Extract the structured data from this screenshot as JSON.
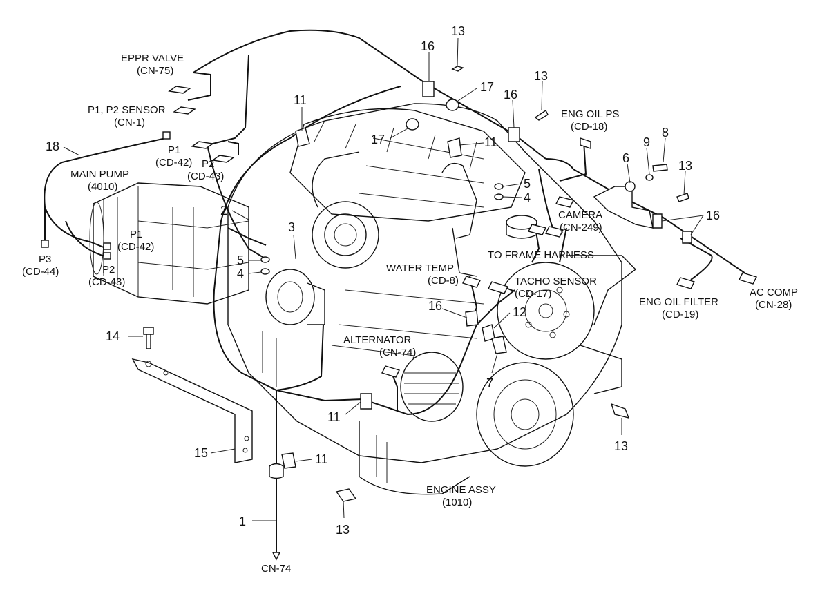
{
  "connectors": {
    "eppr_valve": "EPPR VALVE",
    "eppr_valve_code": "(CN-75)",
    "p1p2_sensor": "P1, P2 SENSOR",
    "p1p2_sensor_code": "(CN-1)",
    "p1_top": "P1",
    "p1_top_code": "(CD-42)",
    "p2_top": "P2",
    "p2_top_code": "(CD-43)",
    "main_pump": "MAIN PUMP",
    "main_pump_code": "(4010)",
    "p1_mid": "P1",
    "p1_mid_code": "(CD-42)",
    "p3": "P3",
    "p3_code": "(CD-44)",
    "p2_mid": "P2",
    "p2_mid_code": "(CD-43)",
    "eng_oil_ps": "ENG OIL PS",
    "eng_oil_ps_code": "(CD-18)",
    "camera": "CAMERA",
    "camera_code": "(CN-249)",
    "to_frame_harness": "TO FRAME HARNESS",
    "water_temp": "WATER TEMP",
    "water_temp_code": "(CD-8)",
    "tacho_sensor": "TACHO SENSOR",
    "tacho_sensor_code": "(CD-17)",
    "eng_oil_filter": "ENG OIL FILTER",
    "eng_oil_filter_code": "(CD-19)",
    "ac_comp": "AC COMP",
    "ac_comp_code": "(CN-28)",
    "alternator": "ALTERNATOR",
    "alternator_code": "(CN-74)",
    "engine_assy": "ENGINE ASSY",
    "engine_assy_code": "(1010)",
    "cn74_bottom": "CN-74"
  },
  "callouts": {
    "c13a": "13",
    "c16a": "16",
    "c17a": "17",
    "c13b": "13",
    "c16b": "16",
    "c11a": "11",
    "c17b": "17",
    "c11b": "11",
    "c18": "18",
    "c6": "6",
    "c9": "9",
    "c8": "8",
    "c13c": "13",
    "c5a": "5",
    "c4a": "4",
    "c16c": "16",
    "c2": "2",
    "c3": "3",
    "c5b": "5",
    "c4b": "4",
    "c12": "12",
    "c16d": "16",
    "c7": "7",
    "c14": "14",
    "c11c": "11",
    "c13d": "13",
    "c15": "15",
    "c11d": "11",
    "c13e": "13",
    "c1": "1"
  }
}
